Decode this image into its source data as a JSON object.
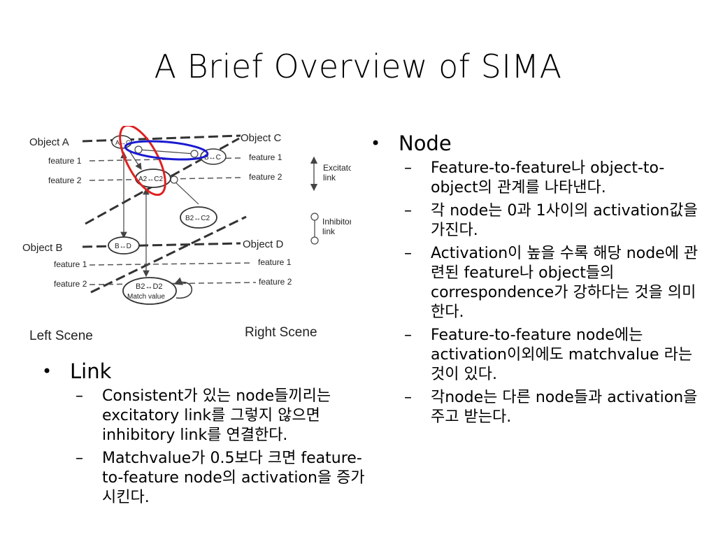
{
  "slide": {
    "title": "A Brief Overview of SIMA"
  },
  "diagram": {
    "labels": {
      "object_a": "Object A",
      "object_b": "Object B",
      "object_c": "Object C",
      "object_d": "Object D",
      "feature1": "feature 1",
      "feature2": "feature 2",
      "left_scene": "Left Scene",
      "right_scene": "Right Scene",
      "excitatory_line1": "Excitatory",
      "excitatory_line2": "link",
      "inhibitory_line1": "Inhibitory",
      "inhibitory_line2": "link"
    },
    "nodes": {
      "ac": "A↔C",
      "bc": "B↔C",
      "a2c2": "A2↔C2",
      "b2c2": "B2↔C2",
      "bd": "B↔D",
      "b2d2": "B2↔D2",
      "match_value": "Match value"
    },
    "highlight_colors": {
      "red": "#e02020",
      "blue": "#1a1ad0"
    }
  },
  "link_section": {
    "heading": "Link",
    "items": [
      "Consistent가 있는 node들끼리는 excitatory link를 그렇지 않으면 inhibitory link를 연결한다.",
      "Matchvalue가 0.5보다 크면 feature-to-feature node의 activation을 증가시킨다."
    ]
  },
  "node_section": {
    "heading": "Node",
    "items": [
      "Feature-to-feature나 object-to-object의 관계를 나타낸다.",
      "각 node는 0과 1사이의 activation값을 가진다.",
      "Activation이 높을 수록 해당 node에 관련된 feature나 object들의 correspondence가 강하다는 것을 의미한다.",
      "Feature-to-feature node에는 activation이외에도 matchvalue 라는 것이 있다.",
      "각node는 다른 node들과 activation을 주고 받는다."
    ]
  }
}
